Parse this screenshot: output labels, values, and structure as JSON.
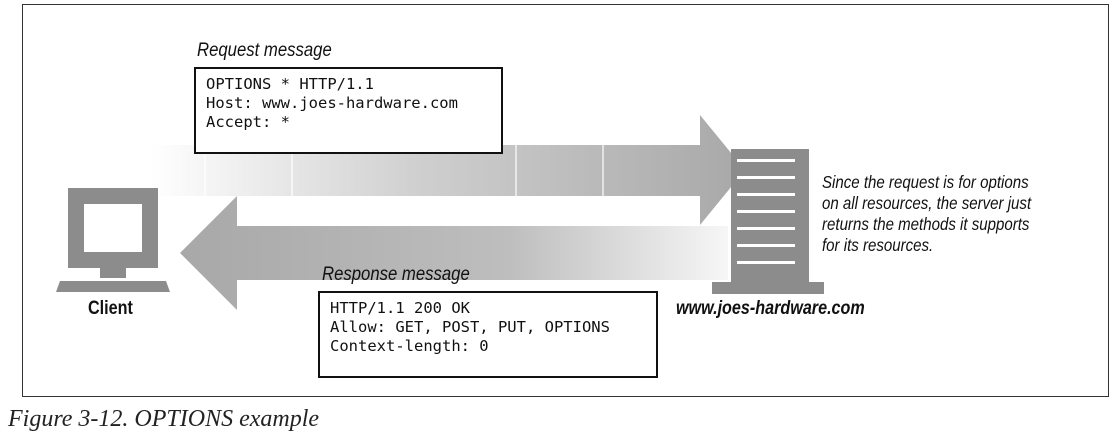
{
  "request": {
    "title": "Request message",
    "lines": [
      "OPTIONS * HTTP/1.1",
      "Host: www.joes-hardware.com",
      "Accept: *"
    ]
  },
  "response": {
    "title": "Response message",
    "lines": [
      "HTTP/1.1 200 OK",
      "Allow: GET, POST, PUT, OPTIONS",
      "Context-length: 0"
    ]
  },
  "client": {
    "label": "Client"
  },
  "server": {
    "label": "www.joes-hardware.com",
    "note_lines": [
      "Since the request is for options",
      "on all resources, the server just",
      "returns the methods it supports",
      "for its resources."
    ]
  },
  "caption": "Figure 3-12. OPTIONS example",
  "colors": {
    "arrow": "#a8a8a8",
    "device": "#8c8c8c"
  }
}
